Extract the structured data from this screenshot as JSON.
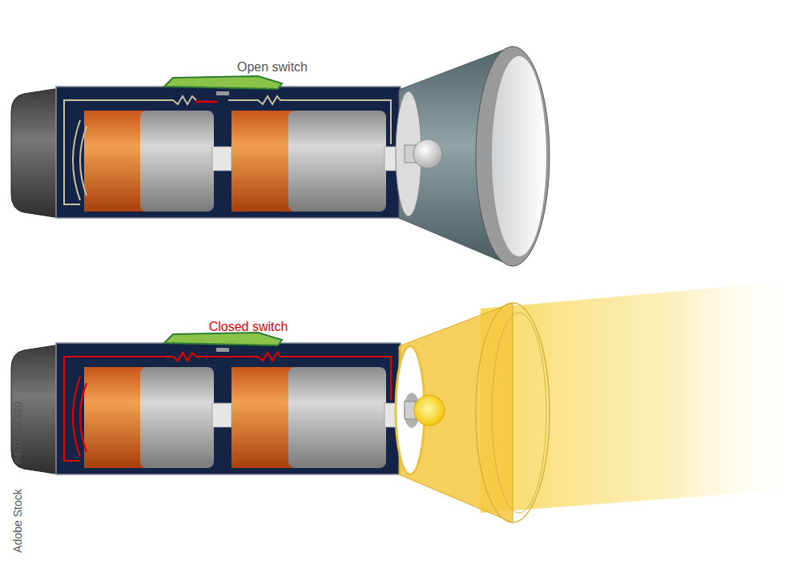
{
  "diagram": {
    "labels": [
      "Open switch",
      "Closed switch",
      "#401854330",
      "Adobe Stock"
    ]
  }
}
